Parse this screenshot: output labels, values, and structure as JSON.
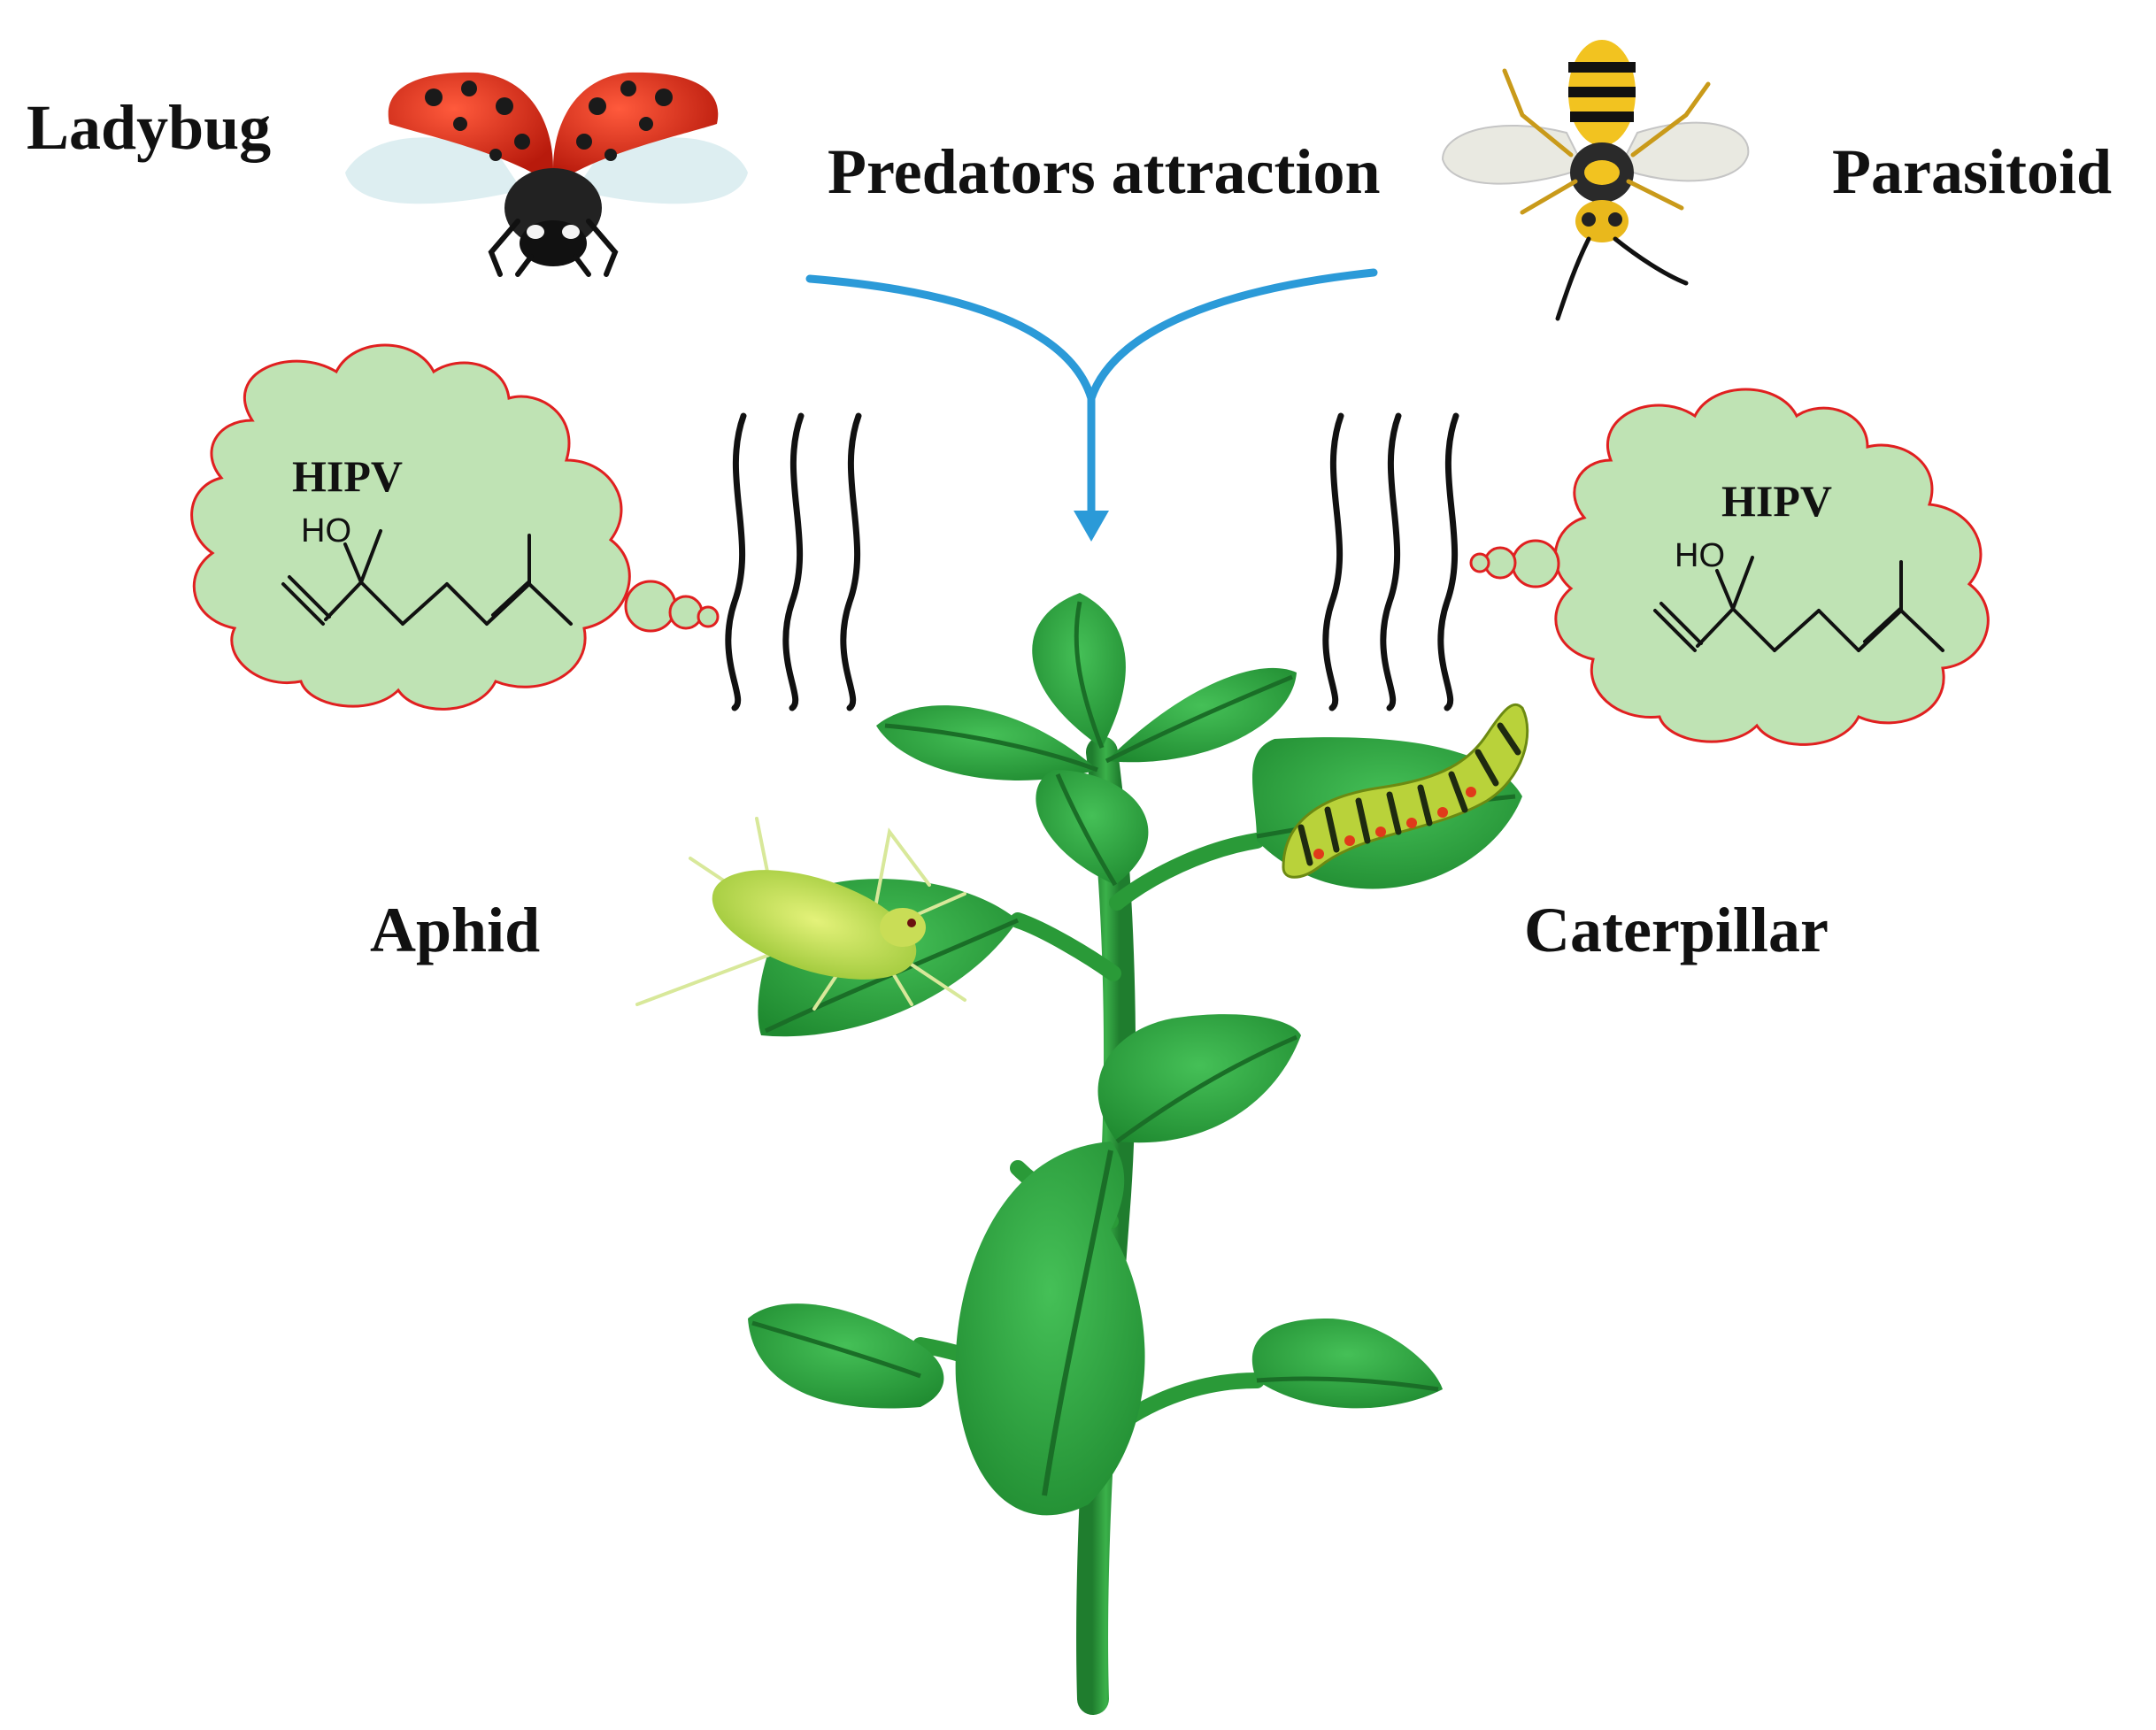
{
  "labels": {
    "ladybug": "Ladybug",
    "predators": "Predators attraction",
    "parasitoid": "Parasitoid",
    "aphid": "Aphid",
    "caterpillar": "Caterpillar"
  },
  "clouds": [
    {
      "title": "HIPV",
      "atom_label": "HO"
    },
    {
      "title": "HIPV",
      "atom_label": "HO"
    }
  ],
  "colors": {
    "arrow": "#2b9ad8",
    "cloud_fill": "#bfe3b4",
    "cloud_stroke": "#e02020",
    "leaf": "#2e9e3e",
    "leaf_dark": "#1f7d2e",
    "stem": "#2a9a38"
  }
}
